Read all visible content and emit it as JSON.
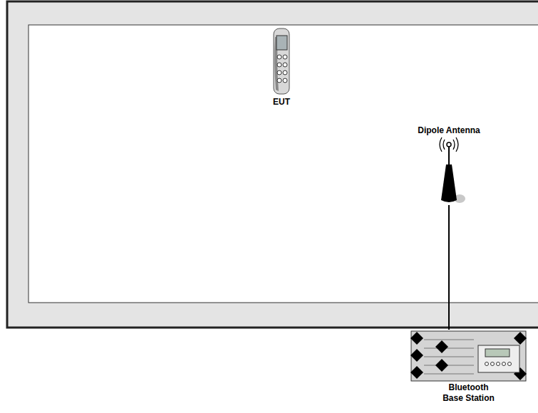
{
  "diagram": {
    "nodes": [
      {
        "text": [
          "EUT"
        ]
      },
      {
        "text": [
          "Dipole Antenna"
        ]
      },
      {
        "text": [
          "Bluetooth Base Station"
        ]
      }
    ],
    "edges": [
      {
        "from": 1,
        "to": 2,
        "arrow": "none"
      }
    ]
  }
}
